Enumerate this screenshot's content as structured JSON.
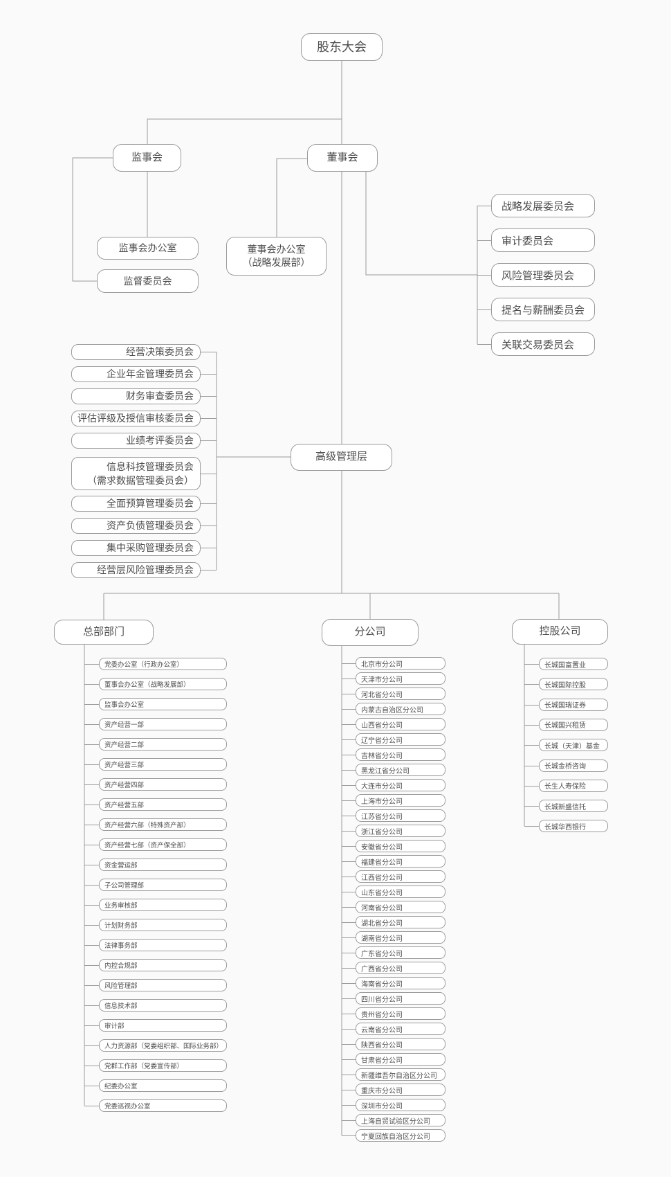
{
  "nodes": {
    "shareholders": "股东大会",
    "supervisory_board": "监事会",
    "board": "董事会",
    "supervisory_office": "监事会办公室",
    "supervision_committee": "监督委员会",
    "board_office": {
      "line1": "董事会办公室",
      "line2": "（战略发展部）"
    },
    "senior_management": "高级管理层",
    "hq_header": "总部部门",
    "branches_header": "分公司",
    "holdings_header": "控股公司"
  },
  "board_committees": [
    "战略发展委员会",
    "审计委员会",
    "风险管理委员会",
    "提名与薪酬委员会",
    "关联交易委员会"
  ],
  "management_committees": [
    "经营决策委员会",
    "企业年金管理委员会",
    "财务审查委员会",
    "评估评级及授信审核委员会",
    "业绩考评委员会",
    [
      "信息科技管理委员会",
      "（需求数据管理委员会）"
    ],
    "全面预算管理委员会",
    "资产负债管理委员会",
    "集中采购管理委员会",
    "经营层风险管理委员会"
  ],
  "hq_departments": [
    "党委办公室（行政办公室）",
    "董事会办公室（战略发展部）",
    "监事会办公室",
    "资产经营一部",
    "资产经营二部",
    "资产经营三部",
    "资产经营四部",
    "资产经营五部",
    "资产经营六部（特殊资产部）",
    "资产经营七部（资产保全部）",
    "资金营运部",
    "子公司管理部",
    "业务审核部",
    "计划财务部",
    "法律事务部",
    "内控合规部",
    "风险管理部",
    "信息技术部",
    "审计部",
    "人力资源部（党委组织部、国际业务部）",
    "党群工作部（党委宣传部）",
    "纪委办公室",
    "党委巡视办公室"
  ],
  "branch_companies": [
    "北京市分公司",
    "天津市分公司",
    "河北省分公司",
    "内蒙古自治区分公司",
    "山西省分公司",
    "辽宁省分公司",
    "吉林省分公司",
    "黑龙江省分公司",
    "大连市分公司",
    "上海市分公司",
    "江苏省分公司",
    "浙江省分公司",
    "安徽省分公司",
    "福建省分公司",
    "江西省分公司",
    "山东省分公司",
    "河南省分公司",
    "湖北省分公司",
    "湖南省分公司",
    "广东省分公司",
    "广西省分公司",
    "海南省分公司",
    "四川省分公司",
    "贵州省分公司",
    "云南省分公司",
    "陕西省分公司",
    "甘肃省分公司",
    "新疆维吾尔自治区分公司",
    "重庆市分公司",
    "深圳市分公司",
    "上海自贸试验区分公司",
    "宁夏回族自治区分公司"
  ],
  "holding_companies": [
    "长城国富置业",
    "长城国际控股",
    "长城国瑞证券",
    "长城国兴租赁",
    "长城（天津）基金",
    "长城金桥咨询",
    "长生人寿保险",
    "长城新盛信托",
    "长城华西银行"
  ],
  "colors": {
    "background": "#fafafa",
    "node_fill": "#ffffff",
    "line": "#9b9b9b",
    "text": "#4d4d4d"
  }
}
